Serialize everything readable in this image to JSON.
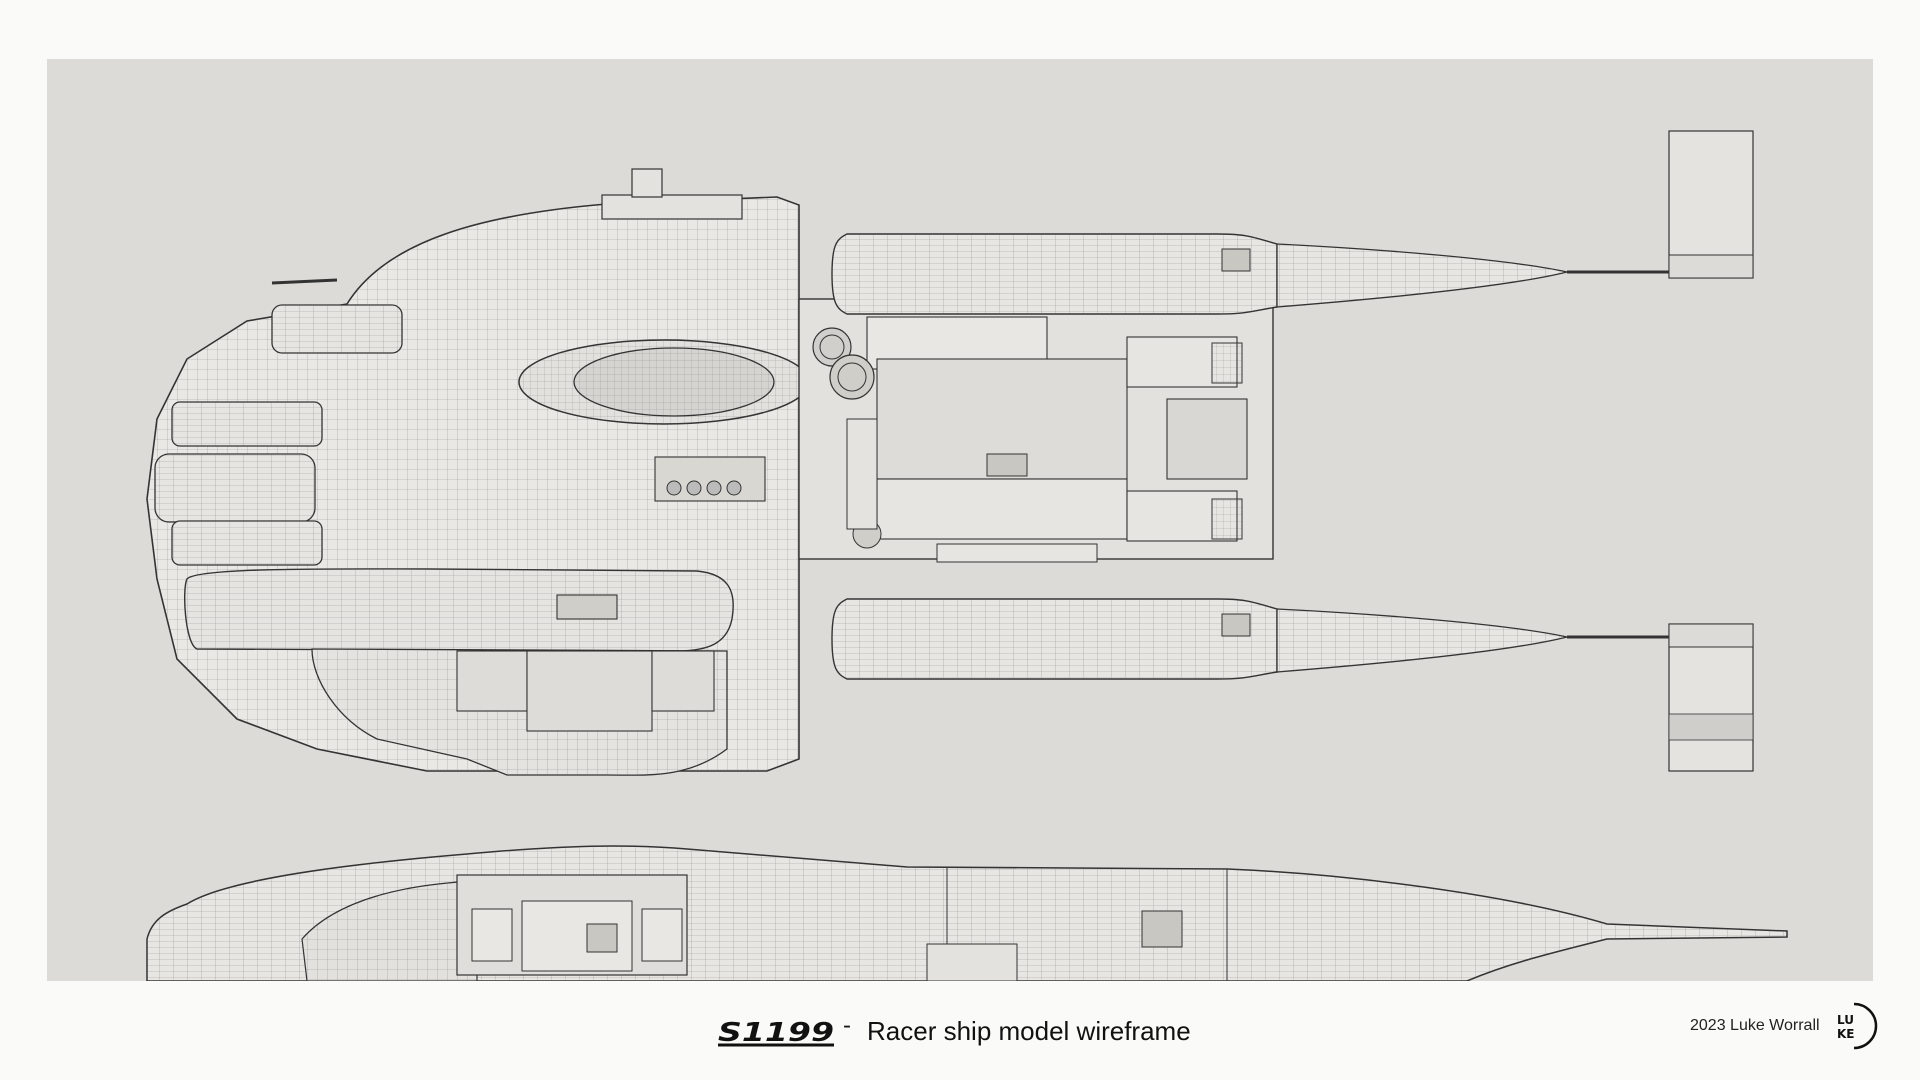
{
  "caption": {
    "logo_text": "S1199",
    "separator": "-",
    "title": "Racer ship model wireframe"
  },
  "credit": "2023 Luke Worrall",
  "badge": {
    "line1": "LU",
    "line2": "KE"
  },
  "views": [
    "top-view",
    "side-view"
  ],
  "colors": {
    "page_background": "#fafaf9",
    "canvas_background": "#dcdbd7",
    "hull_fill": "#e9e8e4",
    "wire_stroke": "#3a3a3a"
  }
}
